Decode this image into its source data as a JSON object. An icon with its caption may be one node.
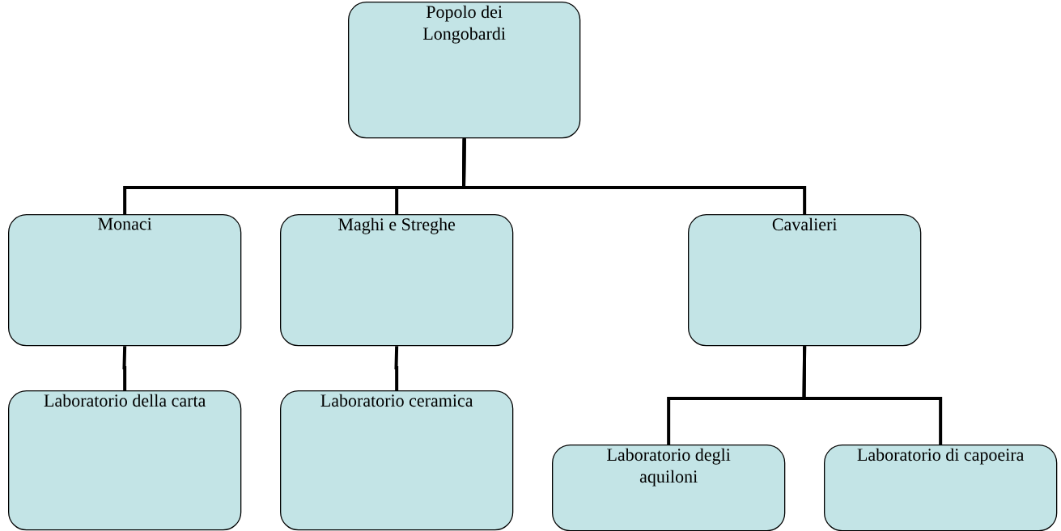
{
  "diagram": {
    "nodes": [
      {
        "text": [
          "Popolo dei Longobardi"
        ]
      },
      {
        "text": [
          "Monaci"
        ]
      },
      {
        "text": [
          "Maghi e Streghe"
        ]
      },
      {
        "text": [
          "Cavalieri"
        ]
      },
      {
        "text": [
          "Laboratorio della carta"
        ]
      },
      {
        "text": [
          "Laboratorio ceramica"
        ]
      },
      {
        "text": [
          "Laboratorio degli aquiloni"
        ]
      },
      {
        "text": [
          "Laboratorio di capoeira"
        ]
      }
    ],
    "edges": [
      {
        "from": 0,
        "to": 1,
        "arrow": "none"
      },
      {
        "from": 0,
        "to": 2,
        "arrow": "none"
      },
      {
        "from": 0,
        "to": 3,
        "arrow": "none"
      },
      {
        "from": 1,
        "to": 4,
        "arrow": "none"
      },
      {
        "from": 2,
        "to": 5,
        "arrow": "none"
      },
      {
        "from": 3,
        "to": 6,
        "arrow": "none"
      },
      {
        "from": 3,
        "to": 7,
        "arrow": "none"
      }
    ]
  }
}
